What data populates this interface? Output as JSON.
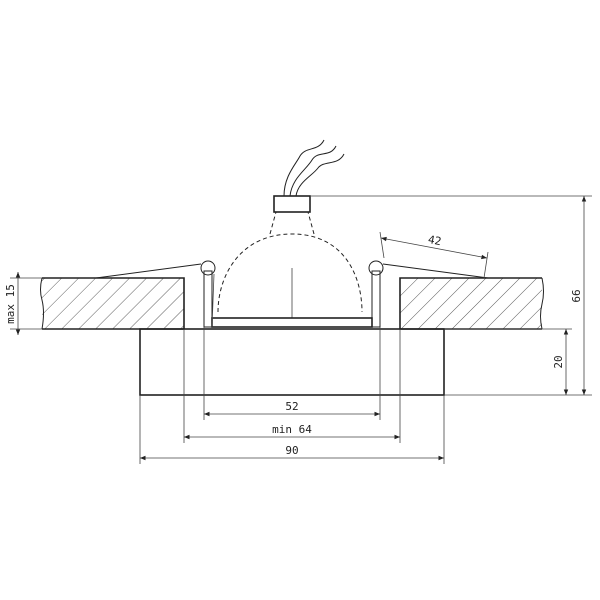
{
  "dimensions": {
    "ceiling_thickness": "max 15",
    "total_height": "66",
    "trim_height": "20",
    "clip_span": "42",
    "lamp_width": "52",
    "cutout": "min 64",
    "outer": "90"
  }
}
